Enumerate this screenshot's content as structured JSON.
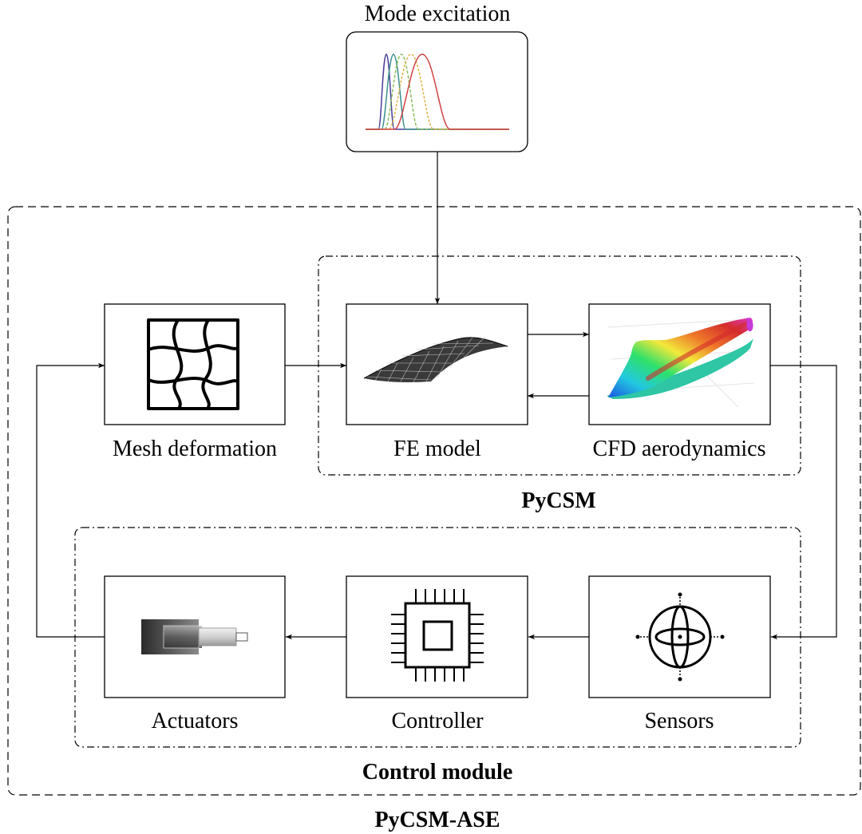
{
  "title": "Mode excitation",
  "groups": {
    "outer": "PyCSM-ASE",
    "pycsm": "PyCSM",
    "control": "Control module"
  },
  "blocks": {
    "mesh": "Mesh deformation",
    "fe": "FE model",
    "cfd": "CFD aerodynamics",
    "actuators": "Actuators",
    "controller": "Controller",
    "sensors": "Sensors"
  },
  "colors": {
    "mode_curves": [
      "#4a3f9a",
      "#3a8f8c",
      "#8bbf5f",
      "#e0b040",
      "#d04040"
    ],
    "cfd_gradient": [
      "#1a55e0",
      "#22c8e0",
      "#2ee06a",
      "#f2e83a",
      "#ef7a2a",
      "#d42c2c",
      "#e03ad0"
    ]
  }
}
